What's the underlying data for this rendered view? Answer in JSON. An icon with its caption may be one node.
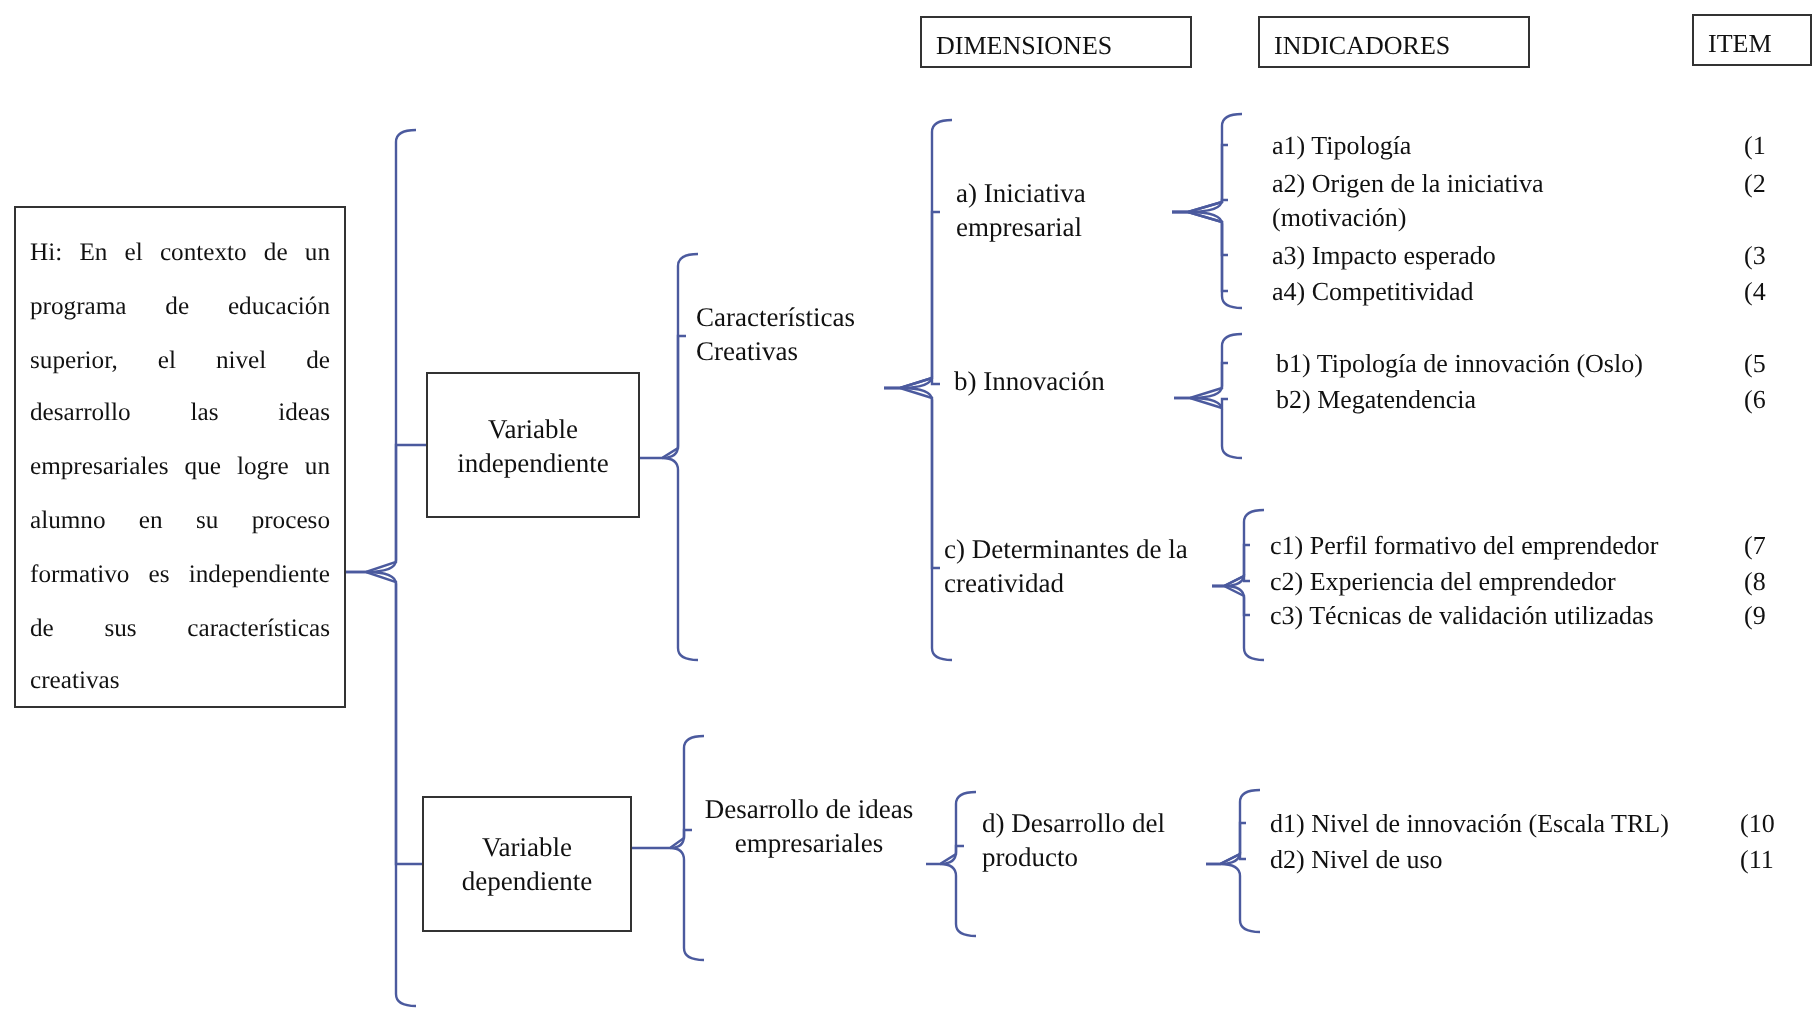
{
  "diagram": {
    "nodes": [
      {
        "text": [
          "DIMENSIONES"
        ]
      },
      {
        "text": [
          "INDICADORES"
        ]
      },
      {
        "text": [
          "ITEM"
        ]
      },
      {
        "text": [
          "Hi: En el contexto de un programa de educación superior, el nivel de desarrollo las ideas empresariales que logre un alumno en su proceso formativo es independiente de sus características creativas"
        ]
      },
      {
        "text": [
          "Variable independiente"
        ]
      },
      {
        "text": [
          "Variable dependiente"
        ]
      },
      {
        "text": [
          "Características Creativas"
        ]
      },
      {
        "text": [
          "Desarrollo de ideas empresariales"
        ]
      },
      {
        "text": [
          "a) Iniciativa empresarial"
        ]
      },
      {
        "text": [
          "b) Innovación"
        ]
      },
      {
        "text": [
          "c) Determinantes de la creatividad"
        ]
      },
      {
        "text": [
          "d) Desarrollo del producto"
        ]
      },
      {
        "text": [
          "a1) Tipología"
        ]
      },
      {
        "text": [
          "a2) Origen de la iniciativa (motivación)"
        ]
      },
      {
        "text": [
          "a3) Impacto esperado"
        ]
      },
      {
        "text": [
          "a4) Competitividad"
        ]
      },
      {
        "text": [
          "b1) Tipología de innovación (Oslo)"
        ]
      },
      {
        "text": [
          "b2) Megatendencia"
        ]
      },
      {
        "text": [
          "c1) Perfil formativo del emprendedor"
        ]
      },
      {
        "text": [
          "c2) Experiencia del emprendedor"
        ]
      },
      {
        "text": [
          "c3) Técnicas de validación  utilizadas"
        ]
      },
      {
        "text": [
          "d1) Nivel de innovación (Escala TRL)"
        ]
      },
      {
        "text": [
          "d2)  Nivel de uso"
        ]
      }
    ],
    "edges": [
      {
        "from": 3,
        "to": 4,
        "arrow": "none"
      },
      {
        "from": 3,
        "to": 5,
        "arrow": "none"
      },
      {
        "from": 4,
        "to": 6,
        "arrow": "none"
      },
      {
        "from": 5,
        "to": 7,
        "arrow": "none"
      },
      {
        "from": 6,
        "to": 8,
        "arrow": "none"
      },
      {
        "from": 6,
        "to": 9,
        "arrow": "none"
      },
      {
        "from": 6,
        "to": 10,
        "arrow": "none"
      },
      {
        "from": 7,
        "to": 11,
        "arrow": "none"
      },
      {
        "from": 8,
        "to": 12,
        "arrow": "none"
      },
      {
        "from": 8,
        "to": 13,
        "arrow": "none"
      },
      {
        "from": 8,
        "to": 14,
        "arrow": "none"
      },
      {
        "from": 8,
        "to": 15,
        "arrow": "none"
      },
      {
        "from": 9,
        "to": 16,
        "arrow": "none"
      },
      {
        "from": 9,
        "to": 17,
        "arrow": "none"
      },
      {
        "from": 10,
        "to": 18,
        "arrow": "none"
      },
      {
        "from": 10,
        "to": 19,
        "arrow": "none"
      },
      {
        "from": 10,
        "to": 20,
        "arrow": "none"
      },
      {
        "from": 11,
        "to": 21,
        "arrow": "none"
      },
      {
        "from": 11,
        "to": 22,
        "arrow": "none"
      }
    ],
    "labels": [
      "(1",
      "(2",
      "(3",
      "(4",
      "(5",
      "(6",
      "(7",
      "(8",
      "(9",
      "(10",
      "(11"
    ]
  }
}
